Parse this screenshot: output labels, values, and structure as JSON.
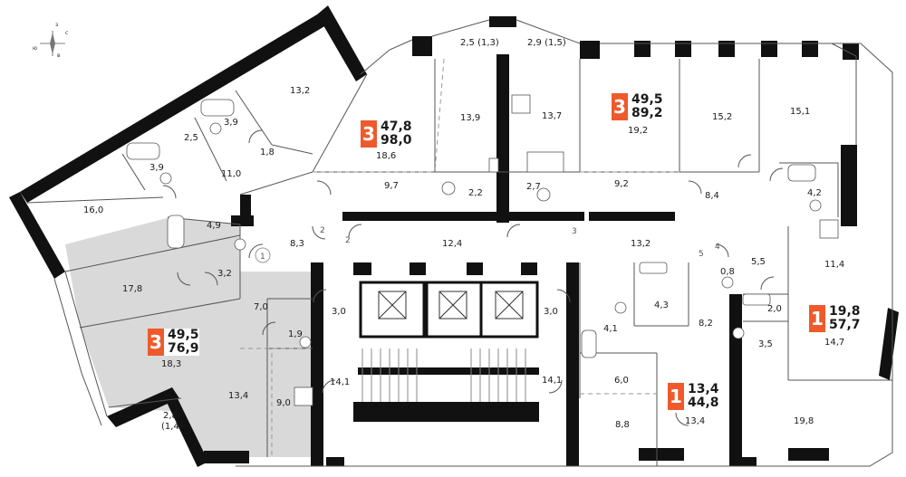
{
  "compass": {
    "north": "з",
    "east": "с",
    "south": "в",
    "west": "ю"
  },
  "apartments": [
    {
      "rooms": "3",
      "living": "47,8",
      "total": "98,0"
    },
    {
      "rooms": "3",
      "living": "49,5",
      "total": "89,2"
    },
    {
      "rooms": "3",
      "living": "49,5",
      "total": "76,9"
    },
    {
      "rooms": "1",
      "living": "19,8",
      "total": "57,7"
    },
    {
      "rooms": "1",
      "living": "13,4",
      "total": "44,8"
    }
  ],
  "rooms": [
    "13,2",
    "3,9",
    "2,5",
    "1,8",
    "3,9",
    "11,0",
    "16,0",
    "4,9",
    "8,3",
    "3,2",
    "17,8",
    "7,0",
    "1,9",
    "18,3",
    "13,4",
    "9,0",
    "2,8",
    "(1,4)",
    "18,6",
    "9,7",
    "2,5 (1,3)",
    "2,9 (1,5)",
    "13,9",
    "13,7",
    "2,2",
    "2,7",
    "12,4",
    "19,2",
    "15,2",
    "15,1",
    "9,2",
    "8,4",
    "4,2",
    "13,2",
    "5,5",
    "11,4",
    "0,8",
    "2,0",
    "3,5",
    "14,7",
    "19,8",
    "3,0",
    "14,1",
    "3,0",
    "14,1",
    "4,1",
    "4,3",
    "8,2",
    "6,0",
    "8,8",
    "13,4"
  ],
  "doors": [
    "1",
    "2",
    "2",
    "3",
    "4",
    "5"
  ]
}
